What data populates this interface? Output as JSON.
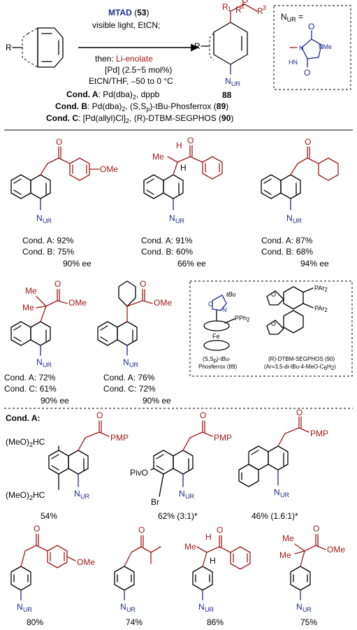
{
  "reaction": {
    "reagent_name": "MTAD",
    "reagent_num": "53",
    "line1_rest": "visible light, EtCN;",
    "then": "then: ",
    "enolate": "Li-enolate",
    "line3": "[Pd] (2.5~5 mol%)",
    "line4": "EtCN/THF, –50 to 0 °C",
    "product_num": "88",
    "R": "R",
    "R1": "R",
    "R2": "R",
    "R3": "R",
    "sup1": "1",
    "sup2": "2",
    "sup3": "3",
    "nur_def": "N",
    "nur_sub": "UR",
    "nur_eq": " =",
    "me_label": "NMe",
    "hn_label": "HN",
    "n_label": "N",
    "o_label": "O"
  },
  "conditions": [
    {
      "label": "Cond. A",
      "text": ": Pd(dba)",
      "rest": ", dppb"
    },
    {
      "label": "Cond. B",
      "text": ": Pd(dba)",
      "rest": ", (S,S",
      "rest2": ")-tBu-Phosferrox (",
      "num": "89",
      "close": ")"
    },
    {
      "label": "Cond. C",
      "text": ": [Pd(allyl)Cl]",
      "rest": ", (R)-DTBM-SEGPHOS (",
      "num": "90",
      "close": ")"
    }
  ],
  "products_row1": [
    {
      "a": "Cond. A: 92%",
      "b": "Cond. B: 75%",
      "ee": "90% ee",
      "sub": "OMe"
    },
    {
      "a": "Cond. A: 91%",
      "b": "Cond. B: 60%",
      "ee": "66% ee"
    },
    {
      "a": "Cond. A: 87%",
      "b": "Cond. B: 68%",
      "ee": "94% ee"
    }
  ],
  "products_row2": [
    {
      "a": "Cond. A: 72%",
      "c": "Cond. C: 61%",
      "ee": "90% ee",
      "ester": "OMe",
      "me": "Me"
    },
    {
      "a": "Cond. A: 76%",
      "c": "Cond. C: 72%",
      "ee": "90% ee",
      "ester": "OMe"
    }
  ],
  "ligands": {
    "tbu": "tBu",
    "pph2": "PPh",
    "fe": "Fe",
    "l89_line1": "(S,S",
    "l89_line2": "Phosferrox (89)",
    "l90_line1": "(R)-DTBM-SEGPHOS (90)",
    "l90_line2": "(Ar=3,5-di-tBu-4-MeO-C",
    "par2": "PAr",
    "o": "O",
    "n": "N"
  },
  "section2_label": "Cond. A:",
  "products_row3": [
    {
      "yield": "54%",
      "sub1": "(MeO)",
      "sub1b": "HC",
      "pmp": "PMP"
    },
    {
      "yield": "62% (3:1)*",
      "piv": "PivO",
      "br": "Br",
      "pmp": "PMP"
    },
    {
      "yield": "46% (1.6:1)*",
      "pmp": "PMP"
    }
  ],
  "products_row4": [
    {
      "yield": "80%",
      "sub": "OMe"
    },
    {
      "yield": "74%"
    },
    {
      "yield": "86%"
    },
    {
      "yield": "75%",
      "ester": "OMe",
      "me": "Me"
    }
  ],
  "common": {
    "n": "N",
    "ur": "UR",
    "o": "O",
    "me": "Me",
    "h": "H"
  }
}
